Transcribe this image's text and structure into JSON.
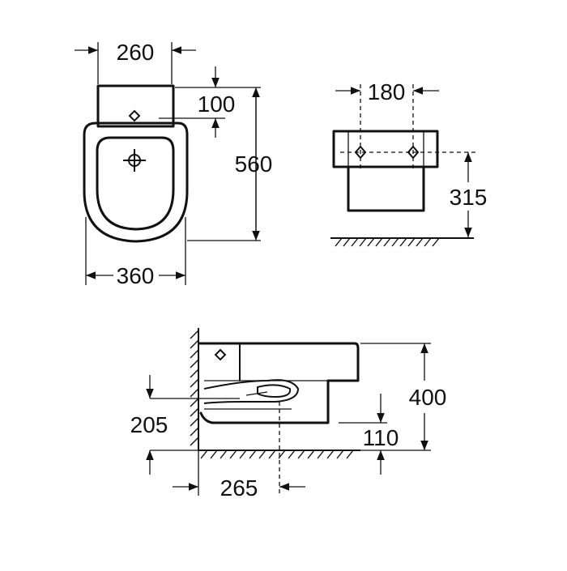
{
  "dimensions": {
    "top_width": "260",
    "tank_depth": "100",
    "total_length": "560",
    "body_width": "360",
    "fixing_spacing": "180",
    "fixing_height": "315",
    "height": "400",
    "outlet_height": "110",
    "outlet_offset_height": "205",
    "outlet_distance": "265"
  }
}
